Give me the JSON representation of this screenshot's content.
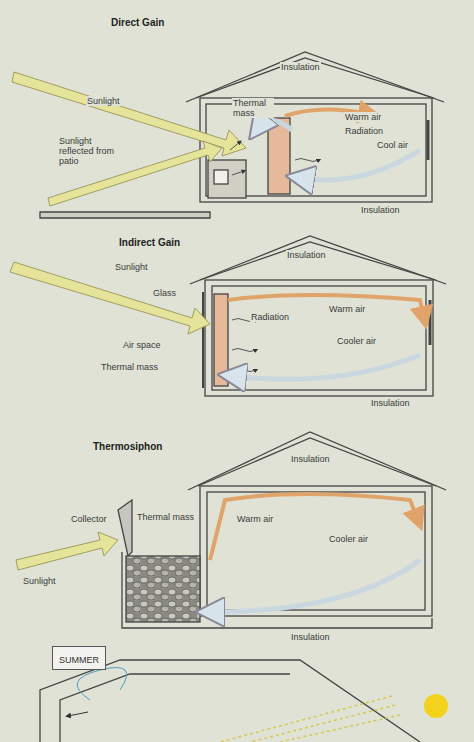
{
  "diagram": {
    "nodes": [
      {
        "text": [
          "SUMMER"
        ]
      }
    ],
    "labels": [
      "Direct Gain",
      "Insulation",
      "Sunlight",
      "Thermal mass",
      "Warm air",
      "Radiation",
      "Cool air",
      "Sunlight reflected from patio",
      "Insulation",
      "Indirect Gain",
      "Insulation",
      "Sunlight",
      "Glass",
      "Warm air",
      "Radiation",
      "Cooler air",
      "Air space",
      "Thermal mass",
      "Insulation",
      "Thermosiphon",
      "Insulation",
      "Collector",
      "Thermal mass",
      "Warm air",
      "Cooler air",
      "Sunlight",
      "Insulation"
    ]
  }
}
